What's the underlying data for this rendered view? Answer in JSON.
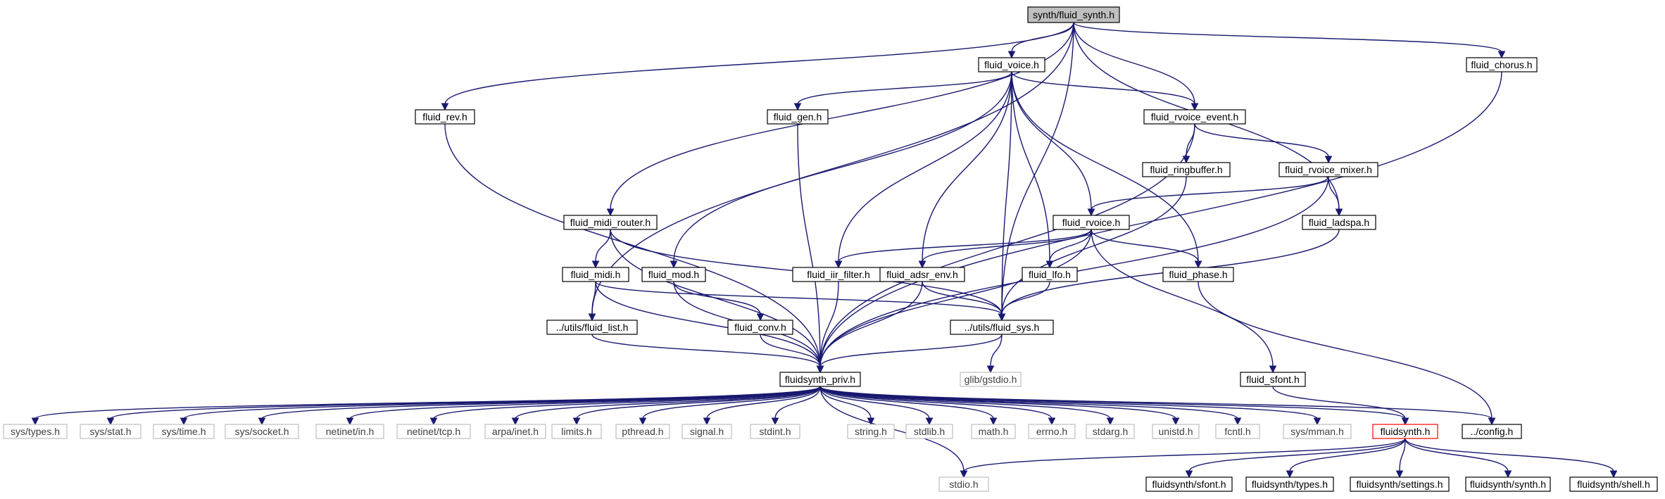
{
  "diagram": {
    "type": "include-dependency-graph",
    "colors": {
      "edge": "#191970",
      "node_border_resolved": "#000000",
      "node_border_external": "#bfbfbf",
      "node_border_truncated": "#ff0000",
      "root_fill": "#bfbfbf",
      "node_fill": "#ffffff",
      "text_resolved": "#000000",
      "text_external": "#404040"
    },
    "nodes": [
      {
        "id": "synth",
        "label": "synth/fluid_synth.h",
        "kind": "root"
      },
      {
        "id": "voice",
        "label": "fluid_voice.h",
        "kind": "normal"
      },
      {
        "id": "chorus",
        "label": "fluid_chorus.h",
        "kind": "normal"
      },
      {
        "id": "rev",
        "label": "fluid_rev.h",
        "kind": "normal"
      },
      {
        "id": "gen",
        "label": "fluid_gen.h",
        "kind": "normal"
      },
      {
        "id": "rvevent",
        "label": "fluid_rvoice_event.h",
        "kind": "normal"
      },
      {
        "id": "ringbuf",
        "label": "fluid_ringbuffer.h",
        "kind": "normal"
      },
      {
        "id": "rvmixer",
        "label": "fluid_rvoice_mixer.h",
        "kind": "normal"
      },
      {
        "id": "midirouter",
        "label": "fluid_midi_router.h",
        "kind": "normal"
      },
      {
        "id": "rvoice",
        "label": "fluid_rvoice.h",
        "kind": "normal"
      },
      {
        "id": "ladspa",
        "label": "fluid_ladspa.h",
        "kind": "normal"
      },
      {
        "id": "midi",
        "label": "fluid_midi.h",
        "kind": "normal"
      },
      {
        "id": "mod",
        "label": "fluid_mod.h",
        "kind": "normal"
      },
      {
        "id": "iir",
        "label": "fluid_iir_filter.h",
        "kind": "normal"
      },
      {
        "id": "adsr",
        "label": "fluid_adsr_env.h",
        "kind": "normal"
      },
      {
        "id": "lfo",
        "label": "fluid_lfo.h",
        "kind": "normal"
      },
      {
        "id": "phase",
        "label": "fluid_phase.h",
        "kind": "normal"
      },
      {
        "id": "list",
        "label": "../utils/fluid_list.h",
        "kind": "normal"
      },
      {
        "id": "conv",
        "label": "fluid_conv.h",
        "kind": "normal"
      },
      {
        "id": "sys",
        "label": "../utils/fluid_sys.h",
        "kind": "normal"
      },
      {
        "id": "priv",
        "label": "fluidsynth_priv.h",
        "kind": "normal"
      },
      {
        "id": "gstdio",
        "label": "glib/gstdio.h",
        "kind": "external"
      },
      {
        "id": "sfont",
        "label": "fluid_sfont.h",
        "kind": "normal"
      },
      {
        "id": "systypes",
        "label": "sys/types.h",
        "kind": "external"
      },
      {
        "id": "sysstat",
        "label": "sys/stat.h",
        "kind": "external"
      },
      {
        "id": "systime",
        "label": "sys/time.h",
        "kind": "external"
      },
      {
        "id": "syssocket",
        "label": "sys/socket.h",
        "kind": "external"
      },
      {
        "id": "netin",
        "label": "netinet/in.h",
        "kind": "external"
      },
      {
        "id": "nettcp",
        "label": "netinet/tcp.h",
        "kind": "external"
      },
      {
        "id": "arpa",
        "label": "arpa/inet.h",
        "kind": "external"
      },
      {
        "id": "limits",
        "label": "limits.h",
        "kind": "external"
      },
      {
        "id": "pthread",
        "label": "pthread.h",
        "kind": "external"
      },
      {
        "id": "signal",
        "label": "signal.h",
        "kind": "external"
      },
      {
        "id": "stdint",
        "label": "stdint.h",
        "kind": "external"
      },
      {
        "id": "string",
        "label": "string.h",
        "kind": "external"
      },
      {
        "id": "stdlib",
        "label": "stdlib.h",
        "kind": "external"
      },
      {
        "id": "math",
        "label": "math.h",
        "kind": "external"
      },
      {
        "id": "errno",
        "label": "errno.h",
        "kind": "external"
      },
      {
        "id": "stdarg",
        "label": "stdarg.h",
        "kind": "external"
      },
      {
        "id": "unistd",
        "label": "unistd.h",
        "kind": "external"
      },
      {
        "id": "fcntl",
        "label": "fcntl.h",
        "kind": "external"
      },
      {
        "id": "sysmman",
        "label": "sys/mman.h",
        "kind": "external"
      },
      {
        "id": "fluidsynth",
        "label": "fluidsynth.h",
        "kind": "truncated"
      },
      {
        "id": "config",
        "label": "../config.h",
        "kind": "normal"
      },
      {
        "id": "stdio",
        "label": "stdio.h",
        "kind": "external"
      },
      {
        "id": "fssfont",
        "label": "fluidsynth/sfont.h",
        "kind": "normal"
      },
      {
        "id": "fstypes",
        "label": "fluidsynth/types.h",
        "kind": "normal"
      },
      {
        "id": "fssettings",
        "label": "fluidsynth/settings.h",
        "kind": "normal"
      },
      {
        "id": "fssynth",
        "label": "fluidsynth/synth.h",
        "kind": "normal"
      },
      {
        "id": "fsshell",
        "label": "fluidsynth/shell.h",
        "kind": "normal"
      }
    ],
    "edges": [
      [
        "synth",
        "voice"
      ],
      [
        "synth",
        "rev"
      ],
      [
        "synth",
        "chorus"
      ],
      [
        "synth",
        "midirouter"
      ],
      [
        "synth",
        "list"
      ],
      [
        "synth",
        "rvevent"
      ],
      [
        "synth",
        "ladspa"
      ],
      [
        "synth",
        "sys"
      ],
      [
        "voice",
        "gen"
      ],
      [
        "voice",
        "mod"
      ],
      [
        "voice",
        "rvevent"
      ],
      [
        "voice",
        "iir"
      ],
      [
        "voice",
        "adsr"
      ],
      [
        "voice",
        "sys"
      ],
      [
        "voice",
        "lfo"
      ],
      [
        "voice",
        "rvoice"
      ],
      [
        "voice",
        "phase"
      ],
      [
        "chorus",
        "priv"
      ],
      [
        "rev",
        "priv"
      ],
      [
        "gen",
        "priv"
      ],
      [
        "rvevent",
        "ringbuf"
      ],
      [
        "rvevent",
        "rvmixer"
      ],
      [
        "rvevent",
        "priv"
      ],
      [
        "ringbuf",
        "sys"
      ],
      [
        "rvmixer",
        "rvoice"
      ],
      [
        "rvmixer",
        "ladspa"
      ],
      [
        "rvmixer",
        "priv"
      ],
      [
        "midirouter",
        "midi"
      ],
      [
        "midirouter",
        "sys"
      ],
      [
        "midirouter",
        "priv"
      ],
      [
        "rvoice",
        "iir"
      ],
      [
        "rvoice",
        "adsr"
      ],
      [
        "rvoice",
        "lfo"
      ],
      [
        "rvoice",
        "phase"
      ],
      [
        "rvoice",
        "sfont"
      ],
      [
        "rvoice",
        "priv"
      ],
      [
        "ladspa",
        "sys"
      ],
      [
        "midi",
        "list"
      ],
      [
        "midi",
        "sys"
      ],
      [
        "midi",
        "priv"
      ],
      [
        "mod",
        "conv"
      ],
      [
        "mod",
        "priv"
      ],
      [
        "iir",
        "priv"
      ],
      [
        "adsr",
        "sys"
      ],
      [
        "adsr",
        "priv"
      ],
      [
        "lfo",
        "sys"
      ],
      [
        "phase",
        "config"
      ],
      [
        "list",
        "priv"
      ],
      [
        "conv",
        "priv"
      ],
      [
        "sys",
        "priv"
      ],
      [
        "sys",
        "gstdio"
      ],
      [
        "sfont",
        "fluidsynth"
      ],
      [
        "priv",
        "systypes"
      ],
      [
        "priv",
        "sysstat"
      ],
      [
        "priv",
        "systime"
      ],
      [
        "priv",
        "syssocket"
      ],
      [
        "priv",
        "netin"
      ],
      [
        "priv",
        "nettcp"
      ],
      [
        "priv",
        "arpa"
      ],
      [
        "priv",
        "limits"
      ],
      [
        "priv",
        "pthread"
      ],
      [
        "priv",
        "signal"
      ],
      [
        "priv",
        "stdint"
      ],
      [
        "priv",
        "string"
      ],
      [
        "priv",
        "stdlib"
      ],
      [
        "priv",
        "math"
      ],
      [
        "priv",
        "errno"
      ],
      [
        "priv",
        "stdarg"
      ],
      [
        "priv",
        "unistd"
      ],
      [
        "priv",
        "fcntl"
      ],
      [
        "priv",
        "sysmman"
      ],
      [
        "priv",
        "fluidsynth"
      ],
      [
        "priv",
        "config"
      ],
      [
        "priv",
        "stdio"
      ],
      [
        "fluidsynth",
        "stdio"
      ],
      [
        "fluidsynth",
        "fssfont"
      ],
      [
        "fluidsynth",
        "fstypes"
      ],
      [
        "fluidsynth",
        "fssettings"
      ],
      [
        "fluidsynth",
        "fssynth"
      ],
      [
        "fluidsynth",
        "fsshell"
      ]
    ]
  }
}
